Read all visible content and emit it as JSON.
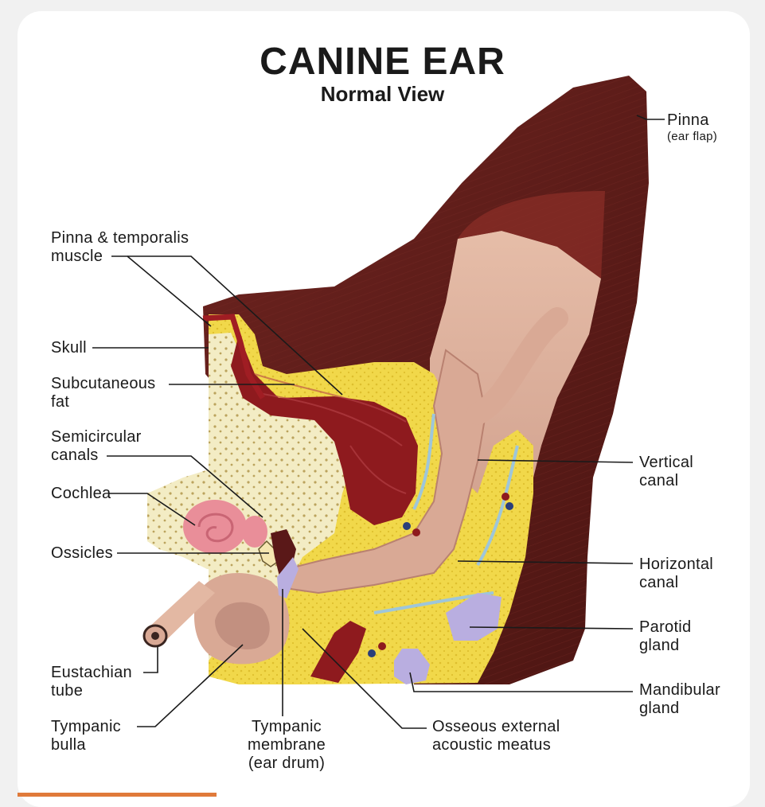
{
  "title": "CANINE EAR",
  "subtitle": "Normal View",
  "labels": {
    "pinna": {
      "line1": "Pinna",
      "line2": "(ear flap)"
    },
    "pinna_temporalis": {
      "line1": "Pinna & temporalis",
      "line2": "muscle"
    },
    "skull": {
      "line1": "Skull"
    },
    "subcutaneous_fat": {
      "line1": "Subcutaneous",
      "line2": "fat"
    },
    "semicircular_canals": {
      "line1": "Semicircular",
      "line2": "canals"
    },
    "cochlea": {
      "line1": "Cochlea"
    },
    "ossicles": {
      "line1": "Ossicles"
    },
    "eustachian_tube": {
      "line1": "Eustachian",
      "line2": "tube"
    },
    "tympanic_bulla": {
      "line1": "Tympanic",
      "line2": "bulla"
    },
    "tympanic_membrane": {
      "line1": "Tympanic",
      "line2": "membrane",
      "line3": "(ear drum)"
    },
    "osseous_meatus": {
      "line1": "Osseous external",
      "line2": "acoustic meatus"
    },
    "vertical_canal": {
      "line1": "Vertical",
      "line2": "canal"
    },
    "horizontal_canal": {
      "line1": "Horizontal",
      "line2": "canal"
    },
    "parotid_gland": {
      "line1": "Parotid",
      "line2": "gland"
    },
    "mandibular_gland": {
      "line1": "Mandibular",
      "line2": "gland"
    }
  },
  "colors": {
    "skin": "#5e1c18",
    "inner_pinna": "#d9a995",
    "fat": "#f1d84a",
    "bone": "#f3ecc4",
    "muscle": "#8e1a1e",
    "cochlea": "#e98e99",
    "gland": "#b9aee0"
  }
}
